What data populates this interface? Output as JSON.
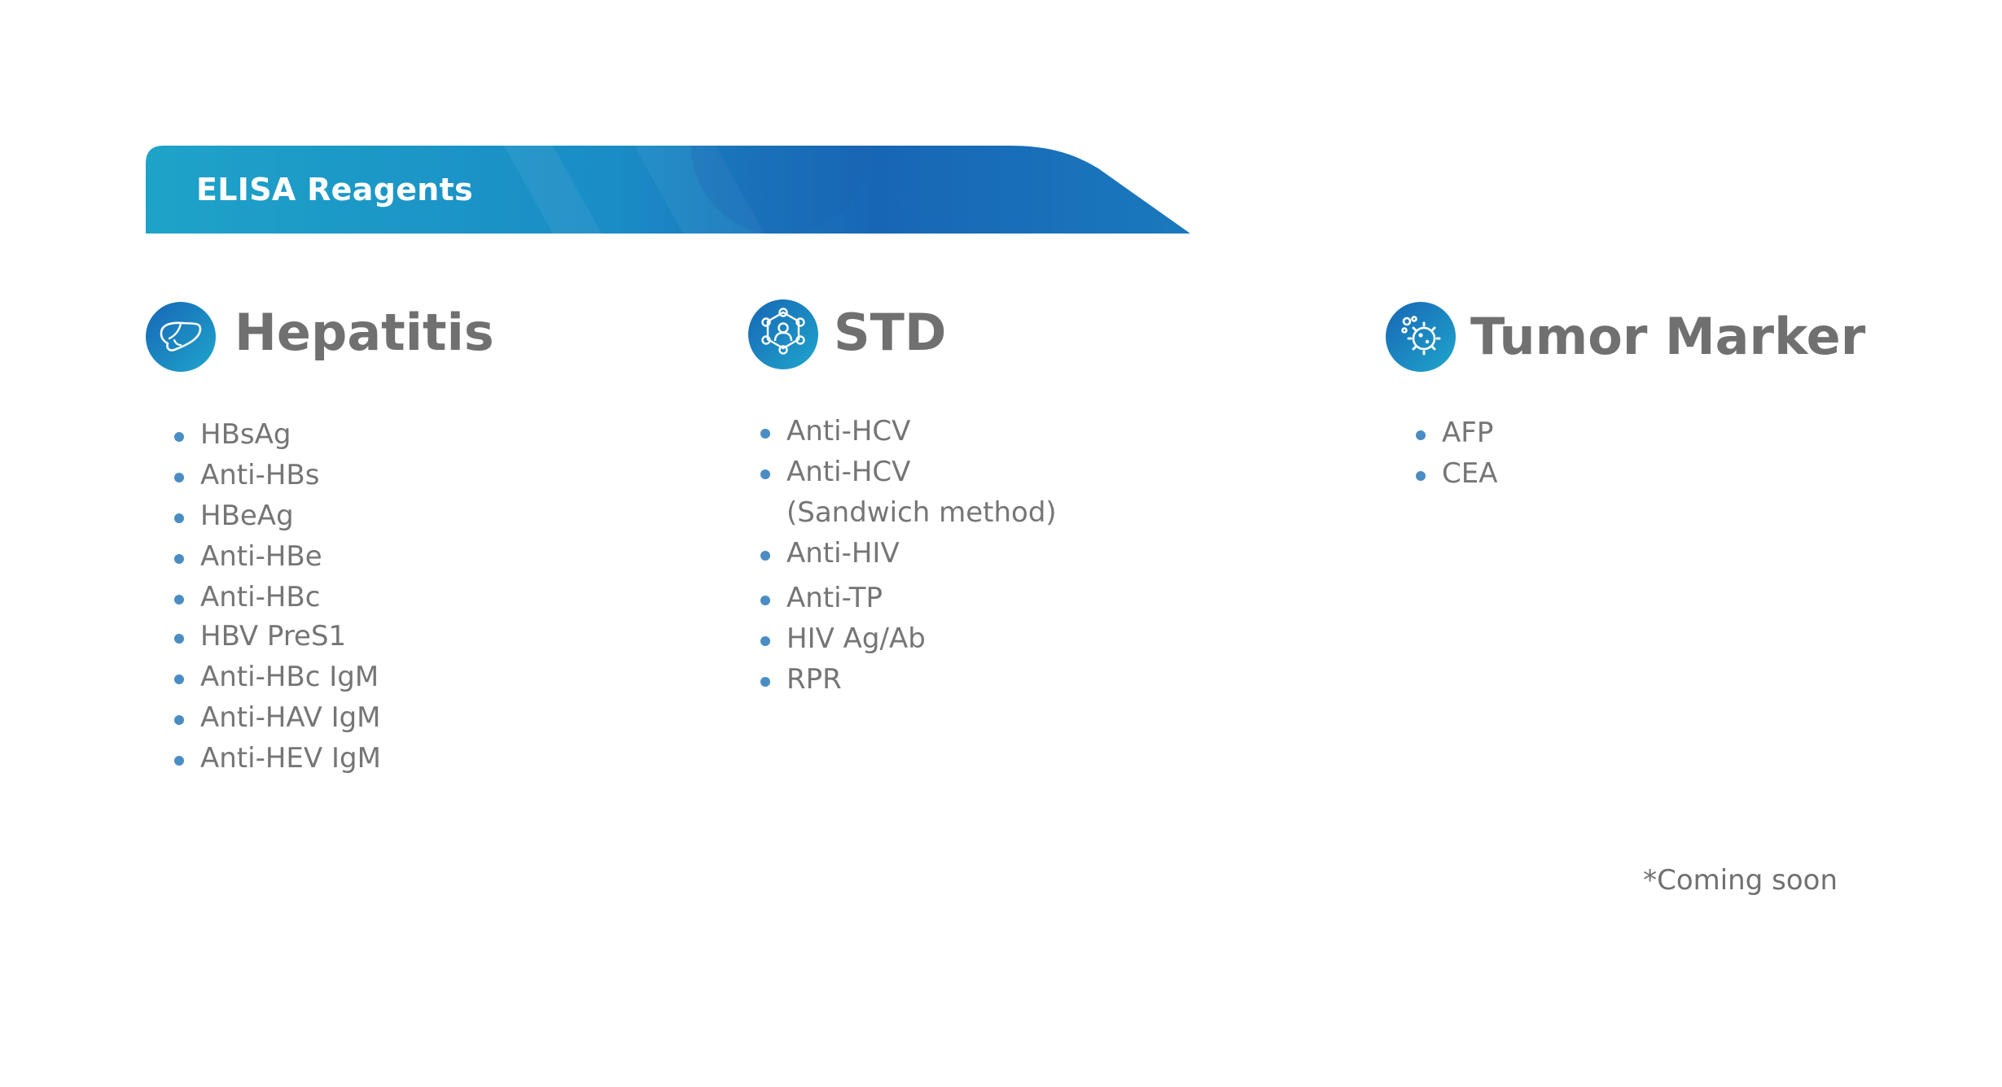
{
  "banner": {
    "title": "ELISA Reagents"
  },
  "colors": {
    "accent_dark": "#1766b5",
    "accent_light": "#1ea3c8",
    "text": "#757575",
    "bullet": "#4a8dc4"
  },
  "sections": [
    {
      "title": "Hepatitis",
      "icon": "liver-icon",
      "items": [
        "HBsAg",
        "Anti-HBs",
        "HBeAg",
        "Anti-HBe",
        "Anti-HBc",
        "HBV PreS1",
        "Anti-HBc IgM",
        "Anti-HAV IgM",
        "Anti-HEV IgM"
      ]
    },
    {
      "title": "STD",
      "icon": "molecule-network-icon",
      "items": [
        "Anti-HCV",
        "Anti-HCV",
        "(Sandwich method)",
        "Anti-HIV",
        "Anti-TP",
        "HIV Ag/Ab",
        "RPR"
      ]
    },
    {
      "title": "Tumor Marker",
      "icon": "cell-virus-icon",
      "items": [
        "AFP",
        "CEA"
      ]
    }
  ],
  "note": "*Coming soon"
}
